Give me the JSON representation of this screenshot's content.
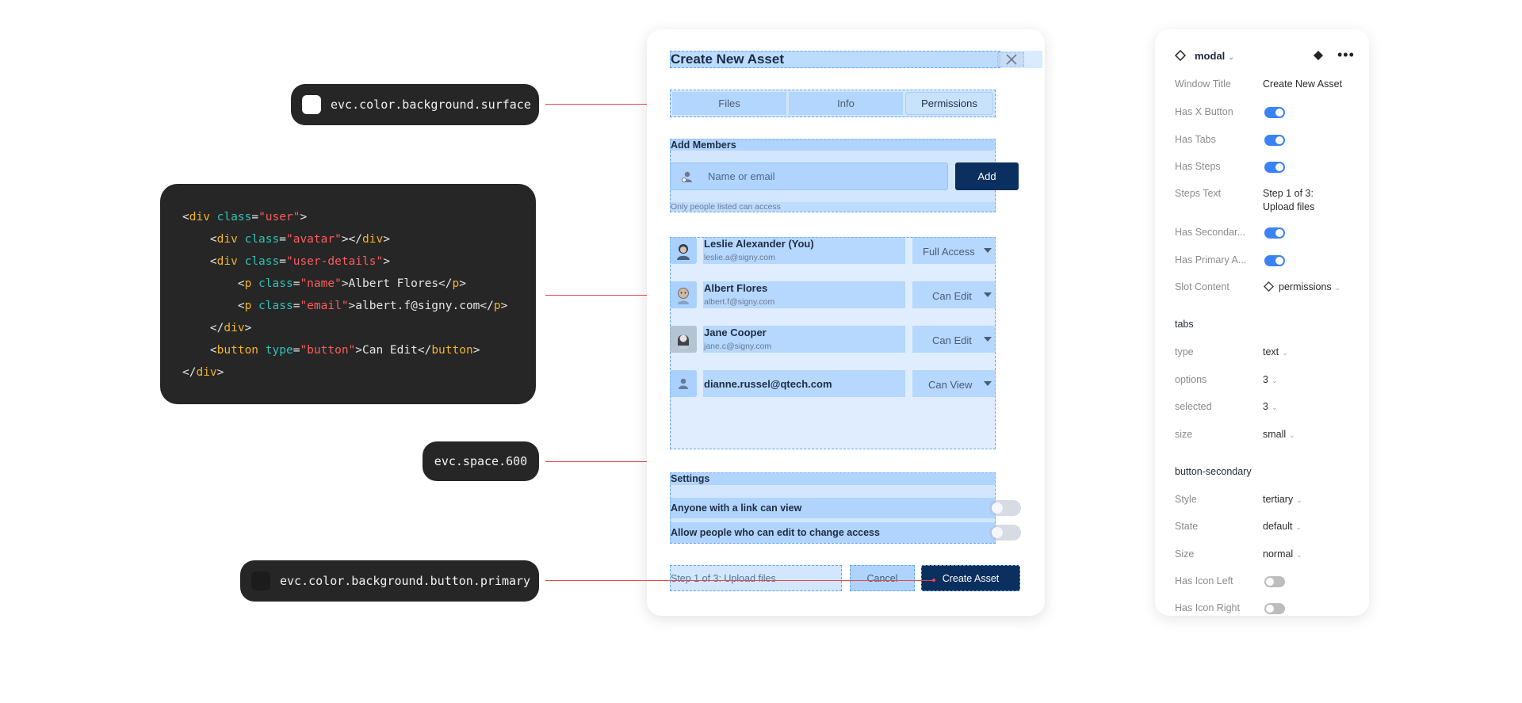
{
  "annotations": {
    "surface_token": "evc.color.background.surface",
    "space_token": "evc.space.600",
    "primary_token": "evc.color.background.button.primary",
    "code": {
      "line1": {
        "open": "<",
        "tag": "div",
        "attr": "class",
        "eq": "=",
        "val": "\"user\"",
        "close": ">"
      },
      "line2": {
        "open": "<",
        "tag": "div",
        "attr": "class",
        "eq": "=",
        "val": "\"avatar\"",
        "mid": "></",
        "tag2": "div",
        "close": ">"
      },
      "line3": {
        "open": "<",
        "tag": "div",
        "attr": "class",
        "eq": "=",
        "val": "\"user-details\"",
        "close": ">"
      },
      "line4": {
        "open": "<",
        "tag": "p",
        "attr": "class",
        "eq": "=",
        "val": "\"name\"",
        "text": ">Albert Flores</",
        "tag2": "p",
        "close": ">"
      },
      "line5": {
        "open": "<",
        "tag": "p",
        "attr": "class",
        "eq": "=",
        "val": "\"email\"",
        "text": ">albert.f@signy.com</",
        "tag2": "p",
        "close": ">"
      },
      "line6": {
        "open": "</",
        "tag": "div",
        "close": ">"
      },
      "line7": {
        "open": "<",
        "tag": "button",
        "attr": "type",
        "eq": "=",
        "val": "\"button\"",
        "text": ">Can Edit</",
        "tag2": "button",
        "close": ">"
      },
      "line8": {
        "open": "</",
        "tag": "div",
        "close": ">"
      }
    }
  },
  "modal": {
    "title": "Create New Asset",
    "close_icon": "close-icon",
    "tabs": [
      "Files",
      "Info",
      "Permissions"
    ],
    "selected_tab": "Permissions",
    "add_members": {
      "heading": "Add Members",
      "placeholder": "Name or email",
      "add_label": "Add",
      "hint": "Only people listed can access"
    },
    "members": [
      {
        "name": "Leslie Alexander (You)",
        "email": "leslie.a@signy.com",
        "access": "Full Access"
      },
      {
        "name": "Albert Flores",
        "email": "albert.f@signy.com",
        "access": "Can Edit"
      },
      {
        "name": "Jane Cooper",
        "email": "jane.c@signy.com",
        "access": "Can Edit"
      },
      {
        "name": "dianne.russel@qtech.com",
        "email": "",
        "access": "Can View"
      }
    ],
    "settings": {
      "heading": "Settings",
      "option1": "Anyone with a link can view",
      "option2": "Allow people who can edit to change access"
    },
    "footer": {
      "steps": "Step 1 of 3: Upload files",
      "cancel": "Cancel",
      "create": "Create Asset"
    }
  },
  "props": {
    "component": "modal",
    "window_title_label": "Window Title",
    "window_title_value": "Create New Asset",
    "has_x_button": "Has X Button",
    "has_tabs": "Has Tabs",
    "has_steps": "Has Steps",
    "steps_text_label": "Steps Text",
    "steps_text_value1": "Step 1 of 3:",
    "steps_text_value2": "Upload files",
    "has_secondary": "Has Secondar...",
    "has_primary": "Has Primary A...",
    "slot_content_label": "Slot Content",
    "slot_content_value": "permissions",
    "tabs_section": "tabs",
    "type_label": "type",
    "type_value": "text",
    "options_label": "options",
    "options_value": "3",
    "selected_label": "selected",
    "selected_value": "3",
    "size_label": "size",
    "size_value": "small",
    "button_section": "button-secondary",
    "style_label": "Style",
    "style_value": "tertiary",
    "state_label": "State",
    "state_value": "default",
    "bsize_label": "Size",
    "bsize_value": "normal",
    "icon_left_label": "Has Icon Left",
    "icon_right_label": "Has Icon Right"
  },
  "colors": {
    "primary": "#0b2f5e",
    "toggle_on": "#3b82f6",
    "annotation_line": "#e5484d"
  }
}
